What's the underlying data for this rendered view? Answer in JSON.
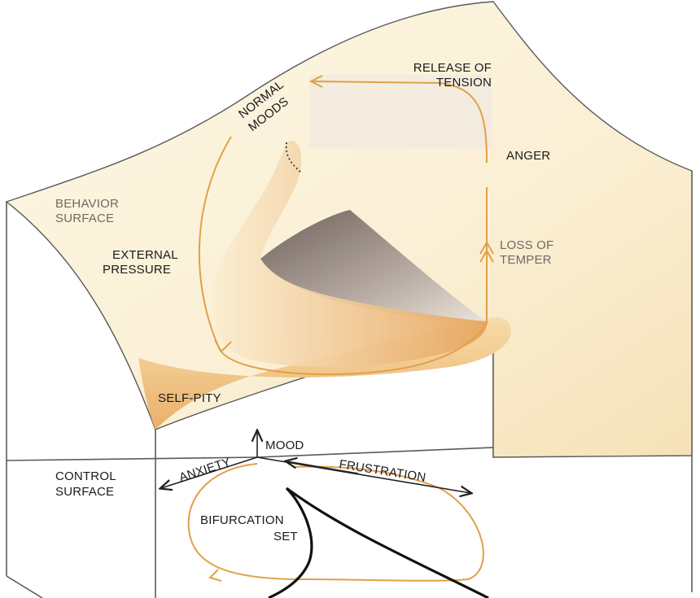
{
  "labels": {
    "release_line1": "RELEASE OF",
    "release_line2": "TENSION",
    "normal_line1": "NORMAL",
    "normal_line2": "MOODS",
    "anger": "ANGER",
    "behavior_line1": "BEHAVIOR",
    "behavior_line2": "SURFACE",
    "external_line1": "EXTERNAL",
    "external_line2": "PRESSURE",
    "loss_line1": "LOSS OF",
    "loss_line2": "TEMPER",
    "self_pity": "SELF-PITY",
    "mood": "MOOD",
    "anxiety": "ANXIETY",
    "frustration": "FRUSTRATION",
    "control_line1": "CONTROL",
    "control_line2": "SURFACE",
    "bifurcation_line1": "BIFURCATION",
    "bifurcation_line2": "SET"
  },
  "colors": {
    "surface_light": "#fbf3dc",
    "surface_mid": "#f3d9a6",
    "fold_orange": "#e9b46c",
    "fold_shadow": "#8a7f7a",
    "path_orange": "#e1a049",
    "box_line": "#5a5a5a",
    "cusp_line": "#111111"
  }
}
